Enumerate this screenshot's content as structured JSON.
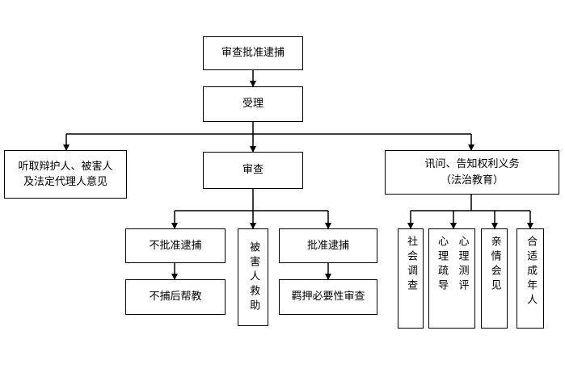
{
  "nodes": {
    "root": "审查批准逮捕",
    "accept": "受理",
    "hear_line1": "听取辩护人、被害人",
    "hear_line2": "及法定代理人意见",
    "review": "审查",
    "interrogate_line1": "讯问、告知权利义务",
    "interrogate_line2": "（法治教育）",
    "no_arrest": "不批准逮捕",
    "no_arrest_help": "不捕后帮教",
    "victim_aid": "被害人救助",
    "approve_arrest": "批准逮捕",
    "detention_review": "羁押必要性审查",
    "social_survey": "社会调查",
    "psych_test": "心理测评",
    "psych_counsel": "心理疏导",
    "family_visit": "亲情会见",
    "adult_present": "合适成年人"
  },
  "colors": {
    "line": "#000000",
    "box_border": "#000000",
    "background": "#ffffff"
  }
}
